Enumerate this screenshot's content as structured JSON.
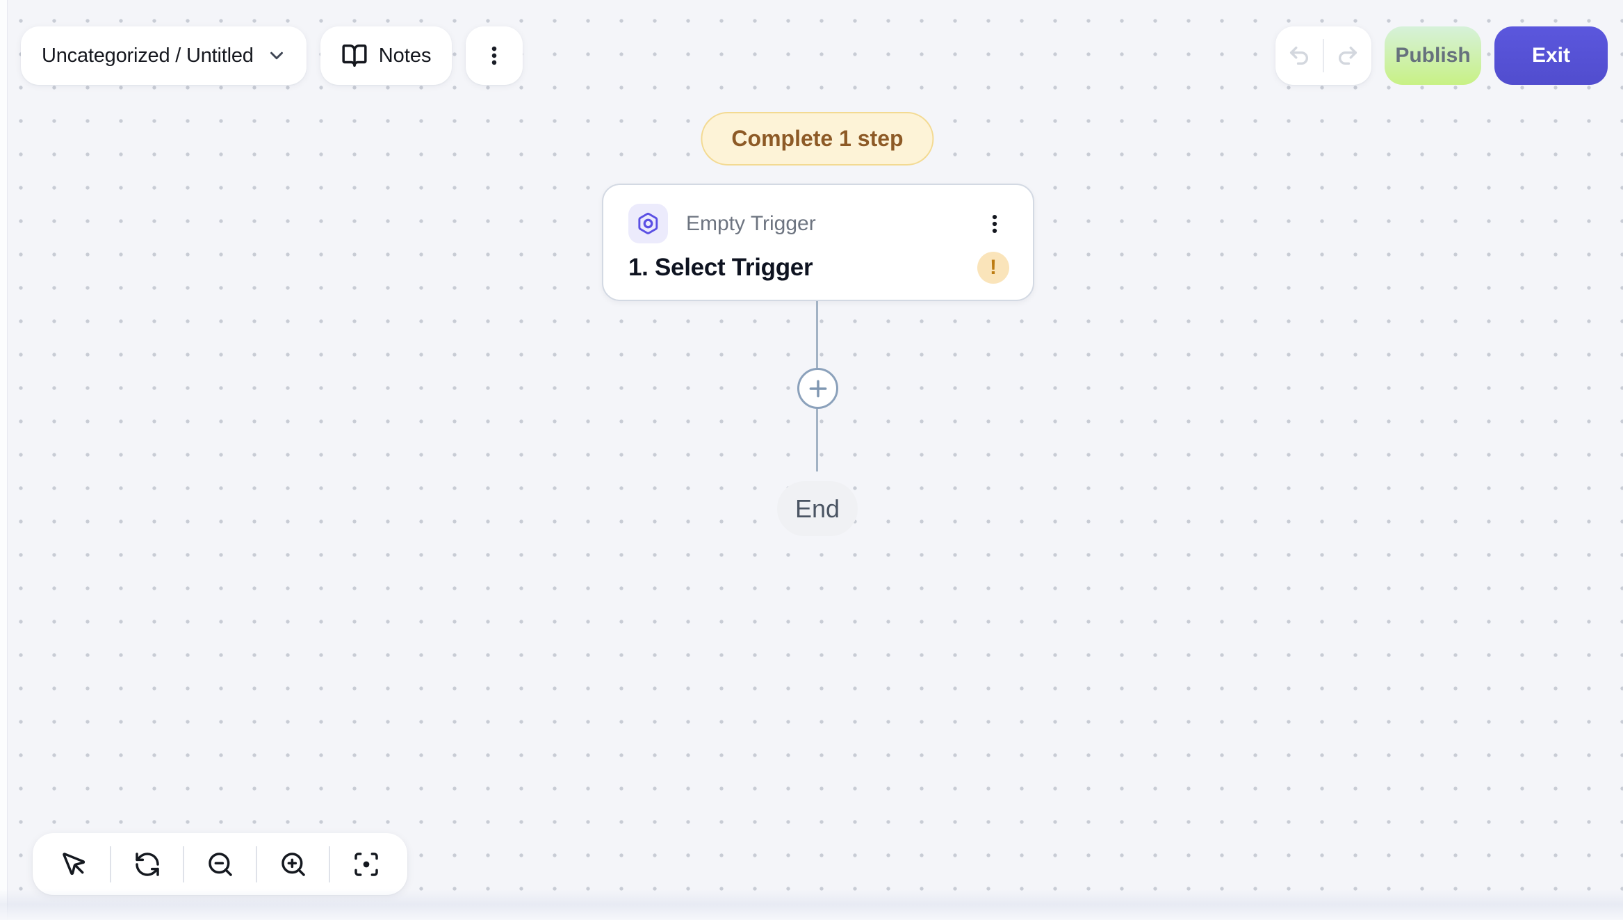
{
  "header": {
    "flow_title": "Uncategorized / Untitled",
    "notes_label": "Notes",
    "publish_label": "Publish",
    "exit_label": "Exit"
  },
  "canvas": {
    "badge_label": "Complete 1 step",
    "trigger_node": {
      "subtitle": "Empty Trigger",
      "title": "1. Select Trigger",
      "warning_mark": "!"
    },
    "end_label": "End"
  },
  "icons": {
    "chevron_down": "chevron-down",
    "notes": "book-open",
    "more": "vertical-kebab-dots",
    "undo": "undo-arrow",
    "redo": "redo-arrow",
    "trigger": "hexagon-with-circle",
    "node_menu": "vertical-kebab-dots",
    "add_step": "plus-in-circle",
    "tools": [
      "mouse-pointer",
      "refresh",
      "zoom-out-magnifier",
      "zoom-in-magnifier",
      "focus-frame"
    ]
  },
  "colors": {
    "canvas_bg": "#f4f5f9",
    "dot_grid": "#c8ccd5",
    "accent_indigo": "#5551d6",
    "publish_gradient_top": "#d6f1da",
    "publish_gradient_bottom": "#c8f185",
    "publish_text": "#66717d",
    "badge_bg": "#fdf3d7",
    "badge_border": "#f3da92",
    "badge_text": "#8d5a26",
    "trigger_icon_bg": "#ecebfc",
    "trigger_icon_stroke": "#5b50e4",
    "warning_bg": "#fae4ba",
    "warning_fg": "#bd7c13",
    "connector": "#a2b2c4",
    "end_node_bg": "#f0f1f4"
  }
}
